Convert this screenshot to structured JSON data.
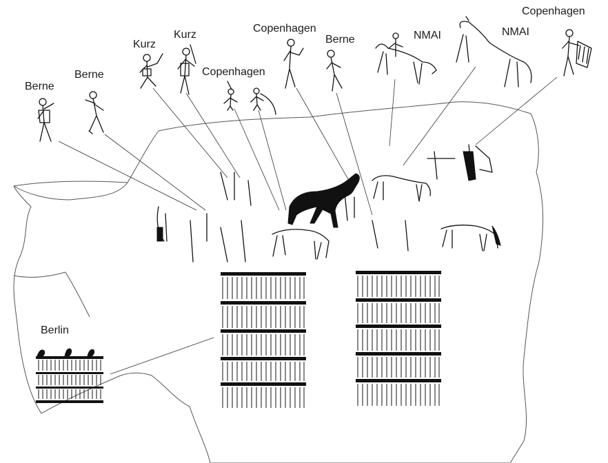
{
  "labels": [
    {
      "id": "berne-1",
      "text": "Berne"
    },
    {
      "id": "berne-2",
      "text": "Berne"
    },
    {
      "id": "kurz-1",
      "text": "Kurz"
    },
    {
      "id": "kurz-2",
      "text": "Kurz"
    },
    {
      "id": "copenhagen-1",
      "text": "Copenhagen"
    },
    {
      "id": "copenhagen-2",
      "text": "Copenhagen"
    },
    {
      "id": "berne-3",
      "text": "Berne"
    },
    {
      "id": "nmai-1",
      "text": "NMAI"
    },
    {
      "id": "nmai-2",
      "text": "NMAI"
    },
    {
      "id": "copenhagen-3",
      "text": "Copenhagen"
    },
    {
      "id": "berlin",
      "text": "Berlin"
    }
  ],
  "colors": {
    "ink": "#111111",
    "outline": "#555555",
    "background": "#ffffff"
  }
}
